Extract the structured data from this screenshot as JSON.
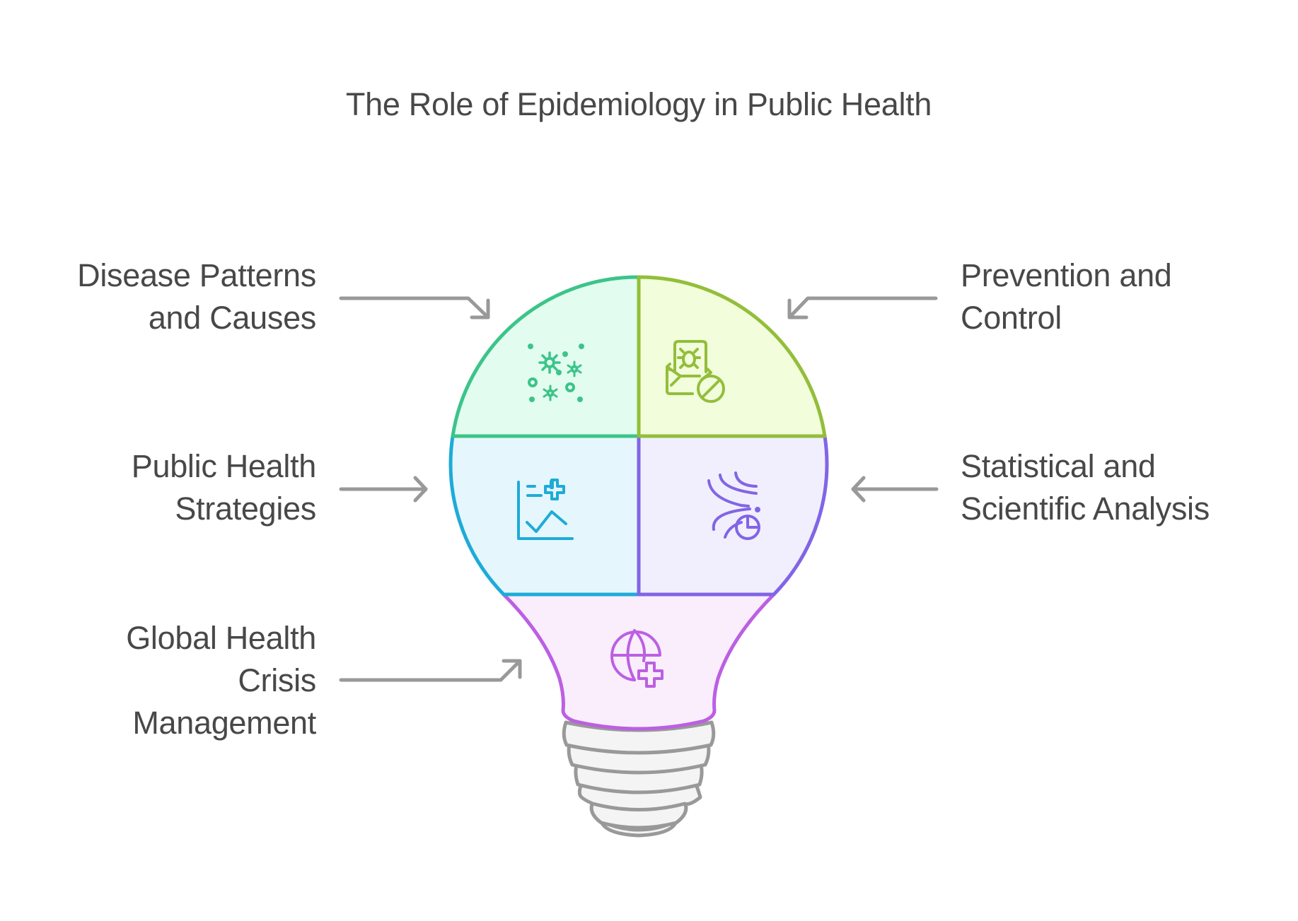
{
  "title": "The Role of Epidemiology in Public Health",
  "sections": [
    {
      "id": "disease",
      "lines": [
        "Disease Patterns",
        "and Causes"
      ],
      "icon": "virus-particles-icon",
      "side": "left",
      "stroke": "#3CC48A",
      "fill": "#E2FCEF"
    },
    {
      "id": "prevention",
      "lines": [
        "Prevention and",
        "Control"
      ],
      "icon": "bug-envelope-blocked-icon",
      "side": "right",
      "stroke": "#93BE3A",
      "fill": "#F2FDDC"
    },
    {
      "id": "strategies",
      "lines": [
        "Public Health",
        "Strategies"
      ],
      "icon": "chart-plus-icon",
      "side": "left",
      "stroke": "#1EABD8",
      "fill": "#E5F7FD"
    },
    {
      "id": "analysis",
      "lines": [
        "Statistical and",
        "Scientific Analysis"
      ],
      "icon": "flow-pie-chart-icon",
      "side": "right",
      "stroke": "#8165E6",
      "fill": "#F1EFFD"
    },
    {
      "id": "crisis",
      "lines": [
        "Global Health",
        "Crisis",
        "Management"
      ],
      "icon": "globe-plus-icon",
      "side": "left",
      "stroke": "#BC5FE3",
      "fill": "#FAEEFD"
    }
  ],
  "colors": {
    "text": "#484848",
    "arrow": "#999999",
    "base_stroke": "#999999",
    "base_fill": "#F4F4F4"
  }
}
